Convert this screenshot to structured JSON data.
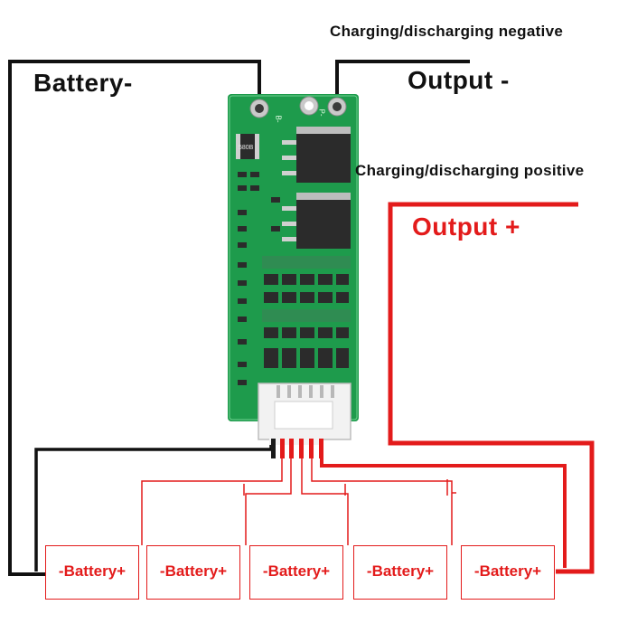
{
  "labels": {
    "battery_minus": "Battery-",
    "output_minus": "Output -",
    "output_plus": "Output +",
    "charge_neg": "Charging/discharging negative",
    "charge_pos": "Charging/discharging positive"
  },
  "board": {
    "chip_marking_1": "580B",
    "pad_b": "B-",
    "pad_p": "P-"
  },
  "cells": [
    {
      "label": "-Battery+"
    },
    {
      "label": "-Battery+"
    },
    {
      "label": "-Battery+"
    },
    {
      "label": "-Battery+"
    },
    {
      "label": "-Battery+"
    }
  ],
  "colors": {
    "wire_black": "#111111",
    "wire_red": "#e31b1b",
    "pcb_green": "#1e9b4c",
    "connector_white": "#f2f2f2"
  }
}
